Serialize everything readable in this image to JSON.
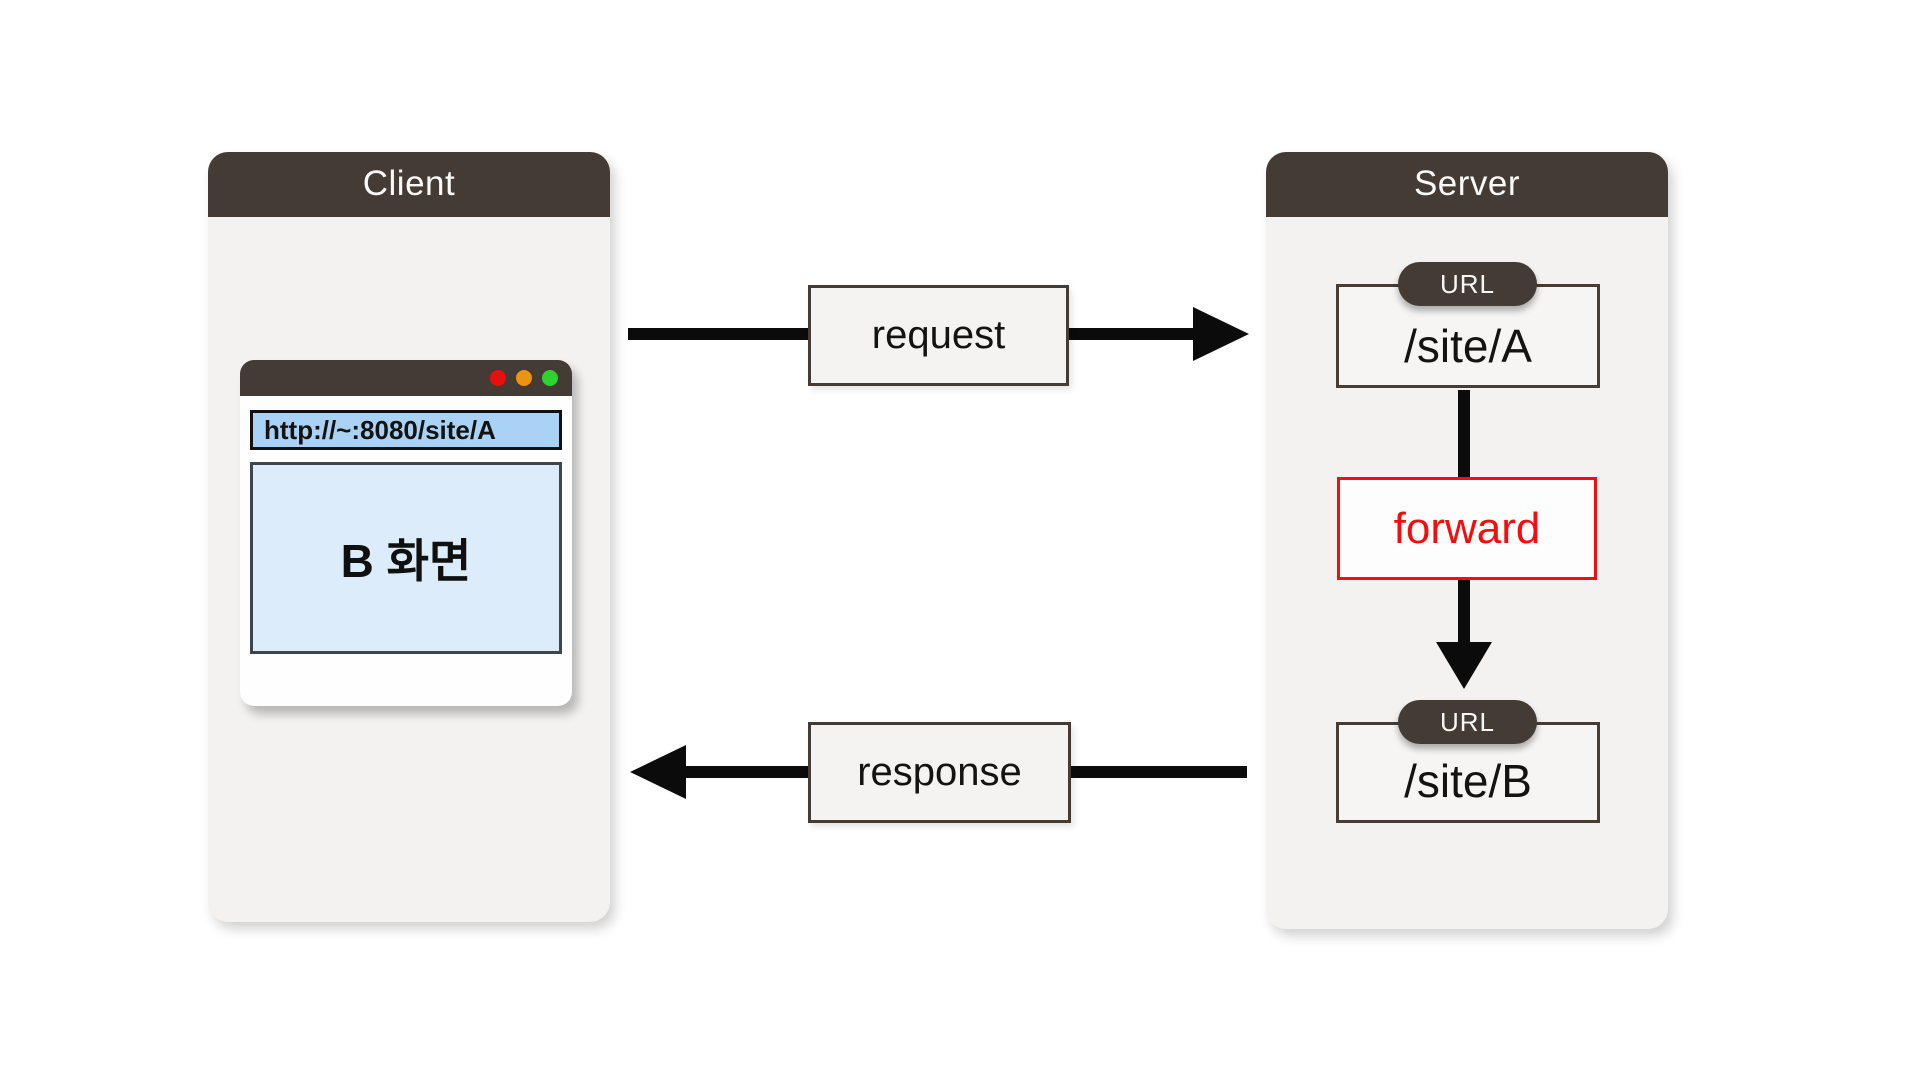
{
  "client": {
    "title": "Client",
    "browser": {
      "address": "http://~:8080/site/A",
      "screen_label": "B 화면",
      "traffic_lights": [
        "red",
        "orange",
        "green"
      ]
    }
  },
  "server": {
    "title": "Server",
    "url_badge_a": "URL",
    "route_a": "/site/A",
    "forward_label": "forward",
    "url_badge_b": "URL",
    "route_b": "/site/B"
  },
  "flow": {
    "request_label": "request",
    "response_label": "response"
  },
  "colors": {
    "header_brown": "#453b35",
    "panel_gray": "#f3f2f1",
    "address_bar_blue": "#a9d2f4",
    "screen_blue": "#ddecfa",
    "forward_red": "#f10e0e",
    "arrow_black": "#0b0b0b",
    "traffic_red": "#e90f0f",
    "traffic_orange": "#ea940f",
    "traffic_green": "#2fd32f"
  }
}
